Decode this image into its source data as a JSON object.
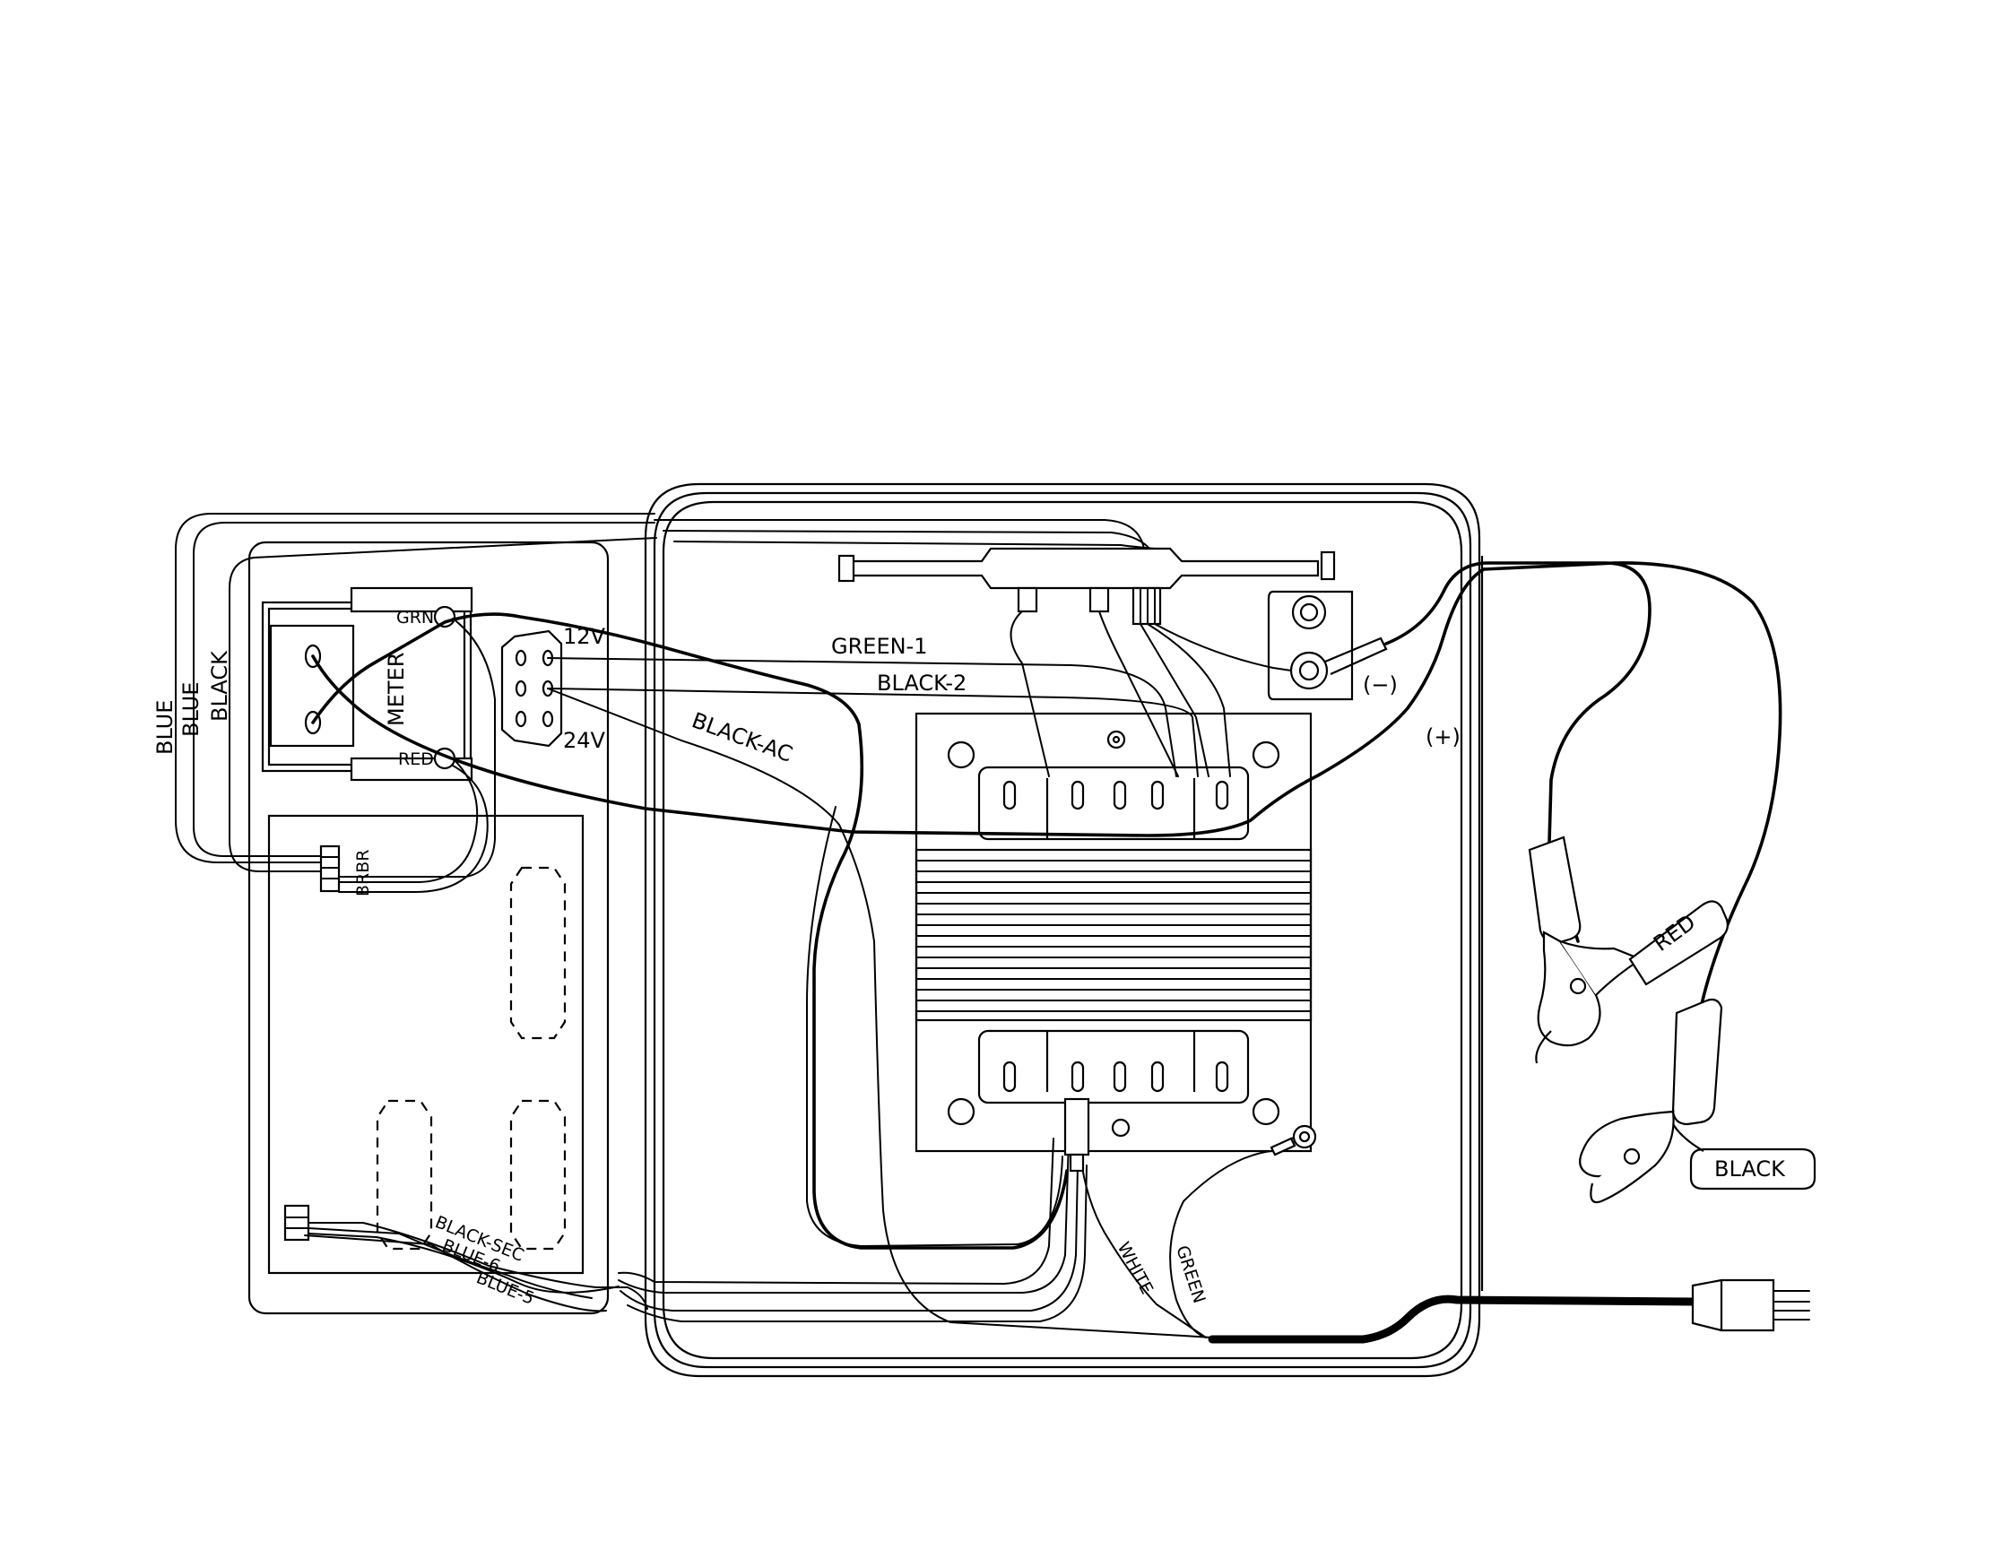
{
  "labels": {
    "blue_1": "BLUE",
    "blue_2": "BLUE",
    "black": "BLACK",
    "meter": "METER",
    "grn": "GRN",
    "red_meter": "RED",
    "v12": "12V",
    "v24": "24V",
    "brbr": "BRBR",
    "green_1": "GREEN-1",
    "black_2": "BLACK-2",
    "black_ac": "BLACK-AC",
    "black_sec": "BLACK-SEC",
    "blue_6": "BLUE-6",
    "blue_5": "BLUE-5",
    "white": "WHITE",
    "green": "GREEN",
    "neg": "(−)",
    "pos": "(+)",
    "red_clamp": "RED",
    "black_clamp": "BLACK"
  }
}
